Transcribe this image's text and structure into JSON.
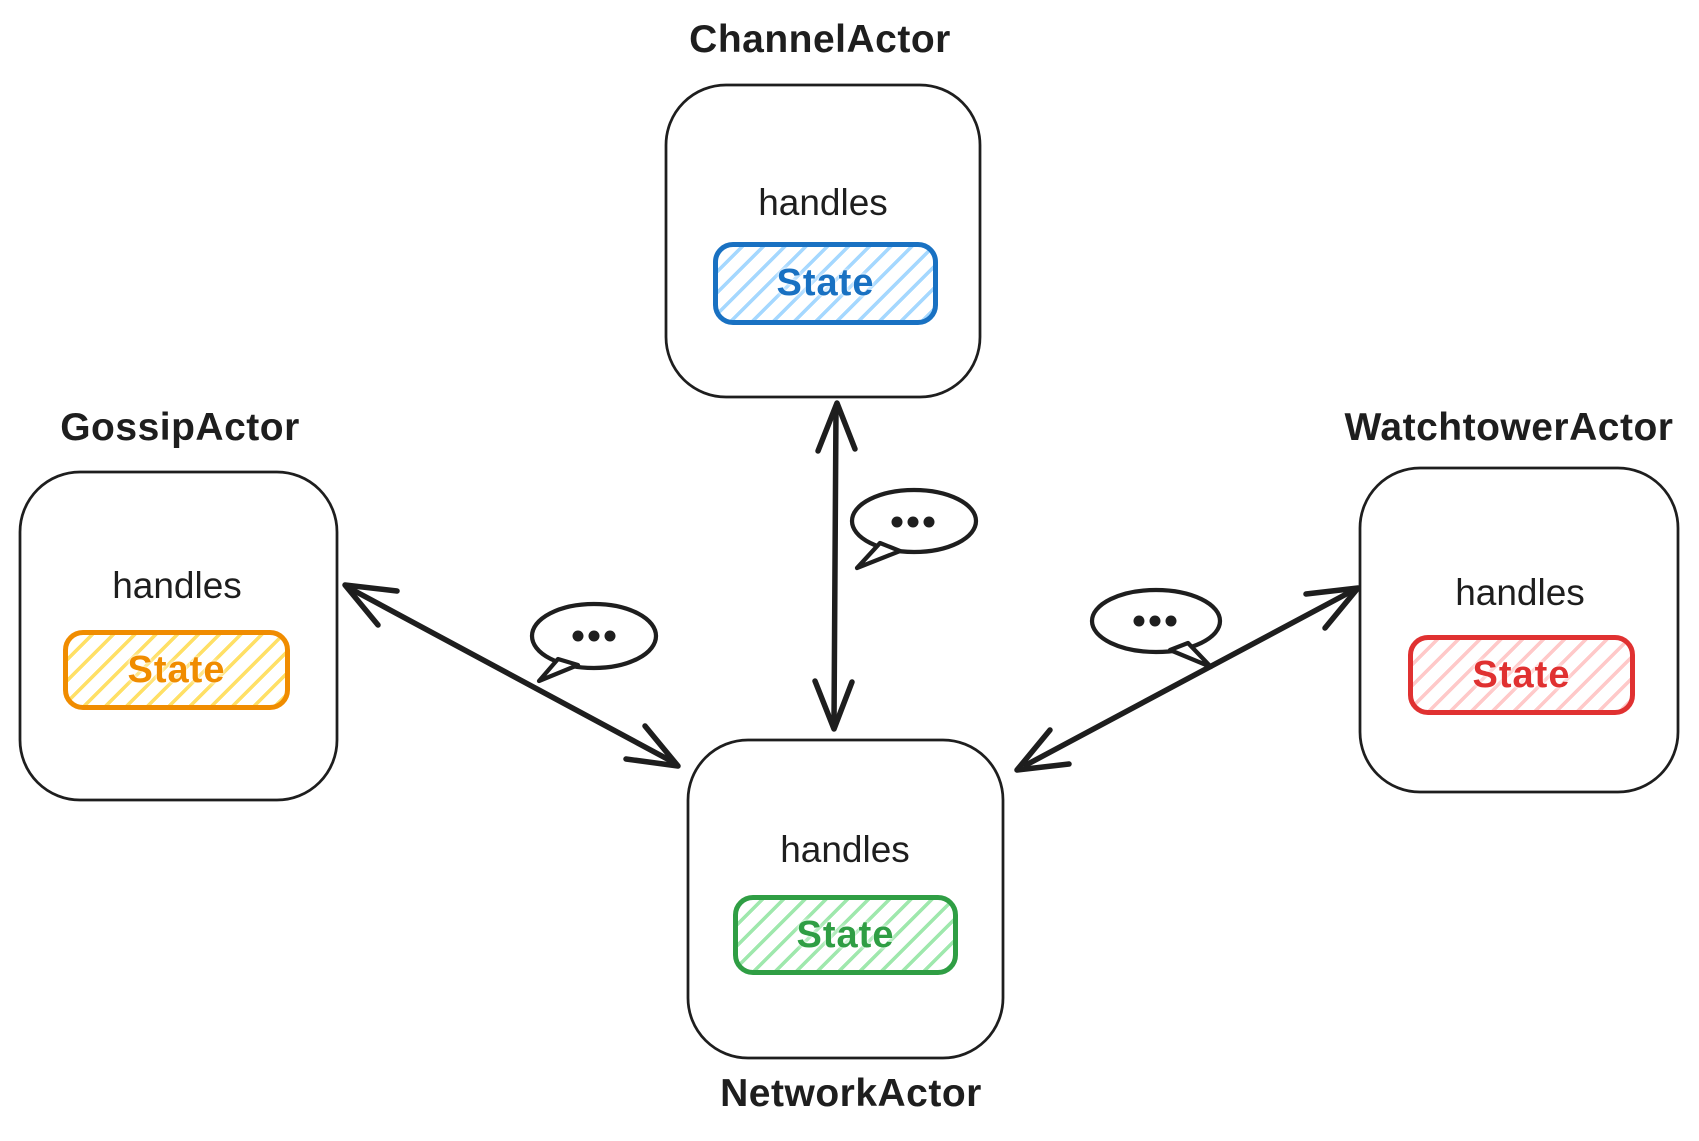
{
  "diagram": {
    "background_color": "#ffffff",
    "ink_color": "#1e1e1e",
    "actors": [
      {
        "name": "channel",
        "title": "ChannelActor",
        "handles_label": "handles",
        "state": {
          "label": "State",
          "stroke_color": "#1971c2",
          "hatch_color": "#a5d8ff"
        }
      },
      {
        "name": "gossip",
        "title": "GossipActor",
        "handles_label": "handles",
        "state": {
          "label": "State",
          "stroke_color": "#f08c00",
          "hatch_color": "#ffe066"
        }
      },
      {
        "name": "watchtower",
        "title": "WatchtowerActor",
        "handles_label": "handles",
        "state": {
          "label": "State",
          "stroke_color": "#e03131",
          "hatch_color": "#ffc9c9"
        }
      },
      {
        "name": "network",
        "title": "NetworkActor",
        "handles_label": "handles",
        "state": {
          "label": "State",
          "stroke_color": "#2f9e44",
          "hatch_color": "#9fe8ad"
        }
      }
    ],
    "connections": [
      {
        "from": "NetworkActor",
        "to": "ChannelActor",
        "arrow": "double-headed",
        "icon": "speech-bubble-ellipsis"
      },
      {
        "from": "NetworkActor",
        "to": "GossipActor",
        "arrow": "double-headed",
        "icon": "speech-bubble-ellipsis"
      },
      {
        "from": "NetworkActor",
        "to": "WatchtowerActor",
        "arrow": "double-headed",
        "icon": "speech-bubble-ellipsis"
      }
    ]
  }
}
